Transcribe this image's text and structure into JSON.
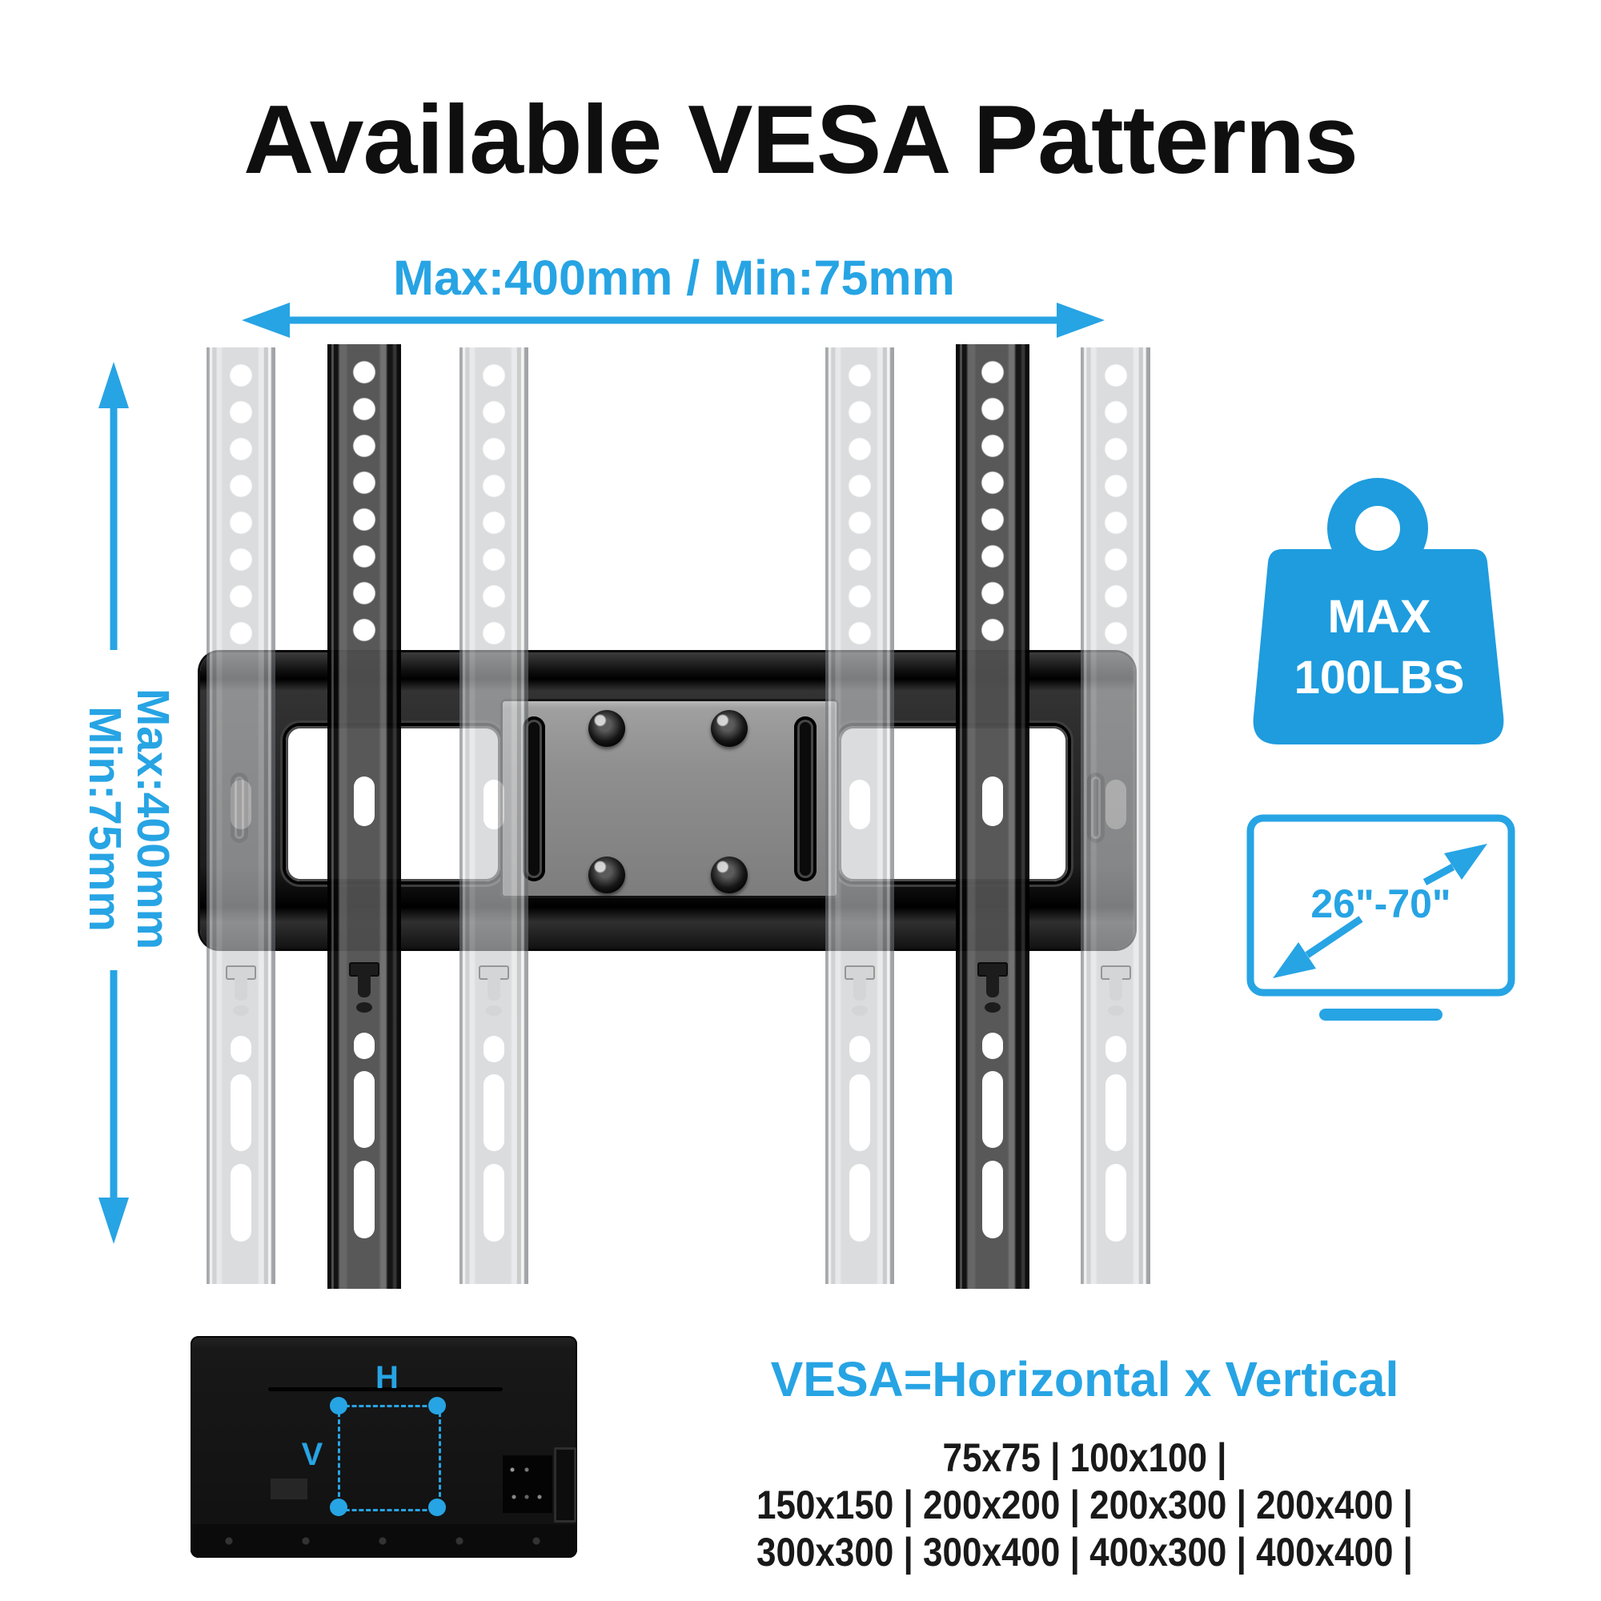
{
  "title": "Available VESA Patterns",
  "dimensions": {
    "horizontal": "Max:400mm / Min:75mm",
    "vertical_line1": "Max:400mm",
    "vertical_line2": "Min:75mm"
  },
  "badges": {
    "weight": {
      "line1": "MAX",
      "line2": "100LBS"
    },
    "screen_size": "26\"-70\""
  },
  "tv_back": {
    "horizontal_label": "H",
    "vertical_label": "V"
  },
  "vesa": {
    "heading": "VESA=Horizontal x Vertical",
    "rows": [
      "75x75 | 100x100 |",
      "150x150 | 200x200 | 200x300 | 200x400 |",
      "300x300 | 300x400 | 400x300 | 400x400 |"
    ]
  },
  "colors": {
    "accent_blue": "#27A4E4",
    "badge_blue": "#1E9CDE",
    "title_black": "#0F0F0F"
  }
}
